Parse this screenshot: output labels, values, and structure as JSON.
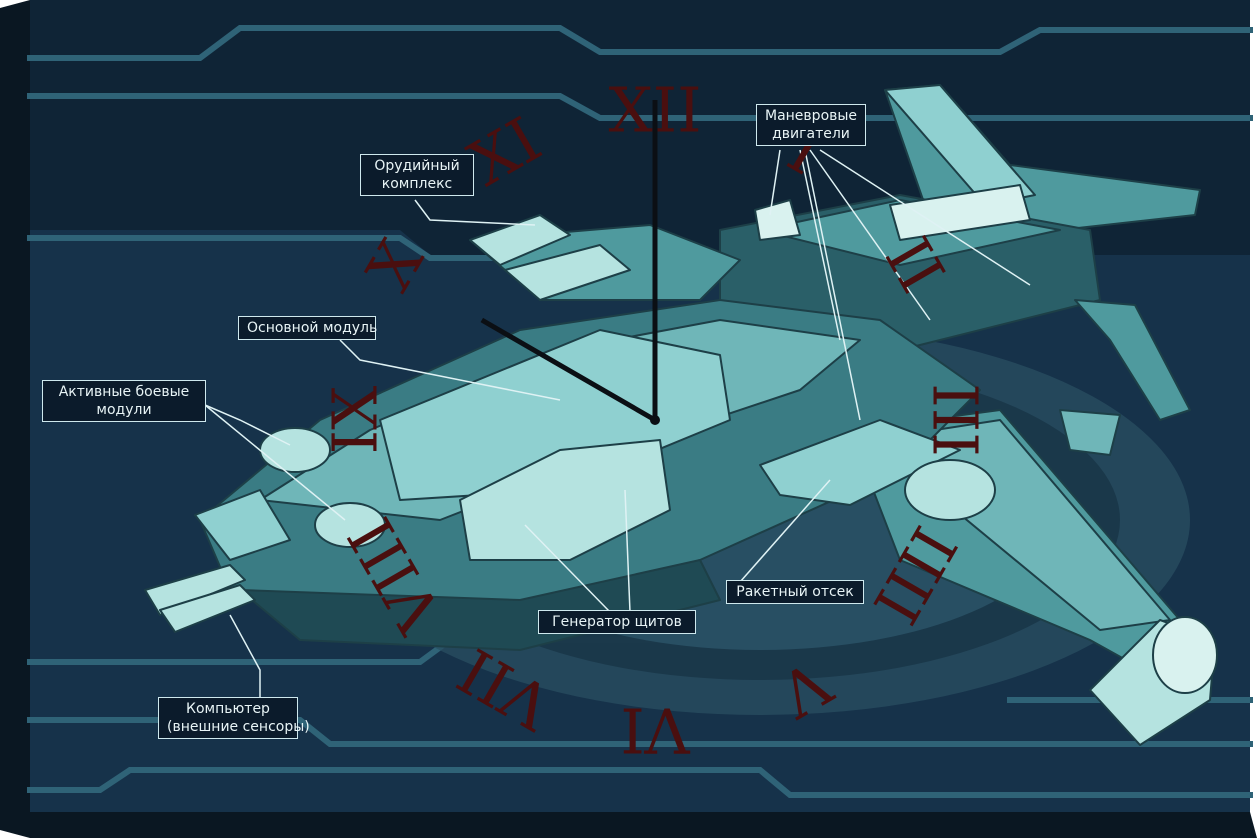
{
  "labels": {
    "gun_complex": [
      "Орудийный",
      "комплекс"
    ],
    "maneuver_engines": [
      "Маневровые",
      "двигатели"
    ],
    "main_module": [
      "Основной модуль"
    ],
    "active_combat": [
      "Активные боевые",
      "модули"
    ],
    "shield_generator": [
      "Генератор щитов"
    ],
    "missile_bay": [
      "Ракетный отсек"
    ],
    "computer": [
      "Компьютер",
      "(внешние сенсоры)"
    ]
  },
  "clock": {
    "numerals": [
      "XII",
      "I",
      "II",
      "III",
      "IIII",
      "V",
      "VI",
      "VII",
      "VIII",
      "IX",
      "X",
      "XI"
    ],
    "hour": 10,
    "minute": 0
  },
  "colors": {
    "background": "#0f2436",
    "background_panel": "#1c3c55",
    "trace_line": "#2c5a6e",
    "ship_light": "#8fd0d0",
    "ship_mid": "#4f9a9e",
    "ship_dark": "#2a5f68",
    "numeral": "#4a0f0f",
    "clock_hand": "#0b0f14",
    "callout_border": "#cfe9ee"
  }
}
